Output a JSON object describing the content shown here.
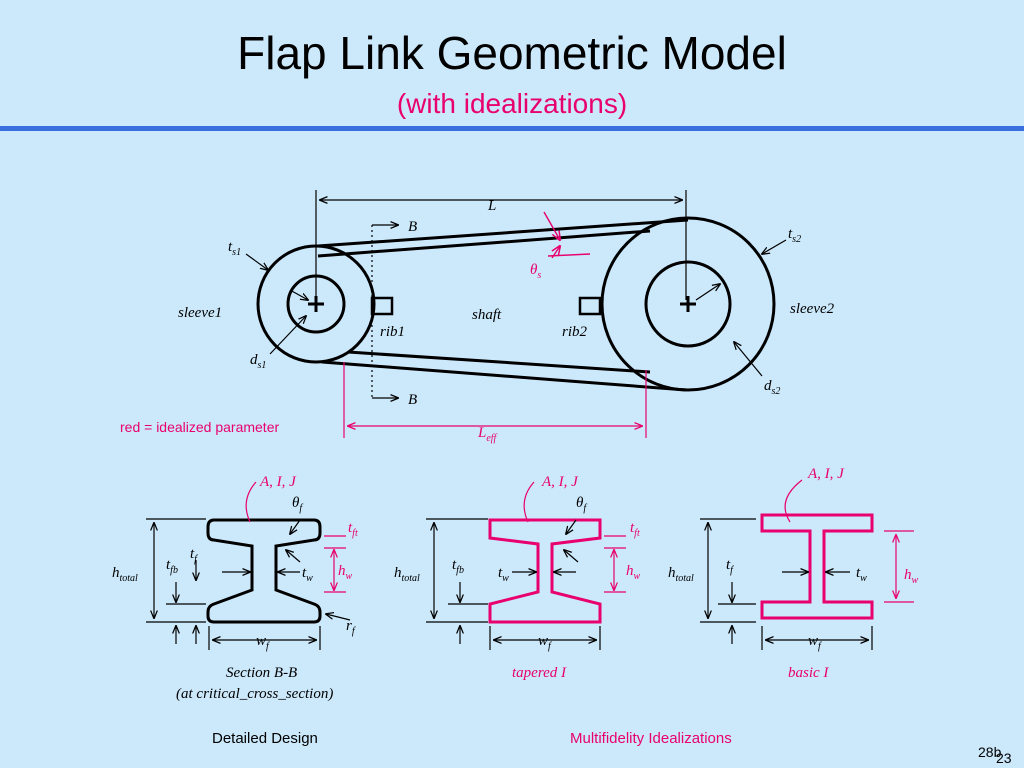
{
  "slide": {
    "title": "Flap Link Geometric Model",
    "subtitle": "(with idealizations)",
    "page_number": "28b",
    "page_number_overlay": "23"
  },
  "top_diagram": {
    "L": "L",
    "B_top": "B",
    "B_bottom": "B",
    "ts1": {
      "main": "t",
      "sub": "s1"
    },
    "ts2": {
      "main": "t",
      "sub": "s2"
    },
    "theta_s": {
      "main": "θ",
      "sub": "s"
    },
    "sleeve1": "sleeve1",
    "sleeve2": "sleeve2",
    "shaft": "shaft",
    "rib1": "rib1",
    "rib2": "rib2",
    "ds1": {
      "main": "d",
      "sub": "s1"
    },
    "ds2": {
      "main": "d",
      "sub": "s2"
    },
    "L_eff": {
      "main": "L",
      "sub": "eff"
    },
    "legend": "red = idealized parameter"
  },
  "sections": {
    "detailed": {
      "AIJ": "A, I, J",
      "theta_f": {
        "main": "θ",
        "sub": "f"
      },
      "t_ft": {
        "main": "t",
        "sub": "ft"
      },
      "t_f": {
        "main": "t",
        "sub": "f"
      },
      "t_fb": {
        "main": "t",
        "sub": "fb"
      },
      "h_total": {
        "main": "h",
        "sub": "total"
      },
      "t_w": {
        "main": "t",
        "sub": "w"
      },
      "h_w": {
        "main": "h",
        "sub": "w"
      },
      "r_f": {
        "main": "r",
        "sub": "f"
      },
      "w_f": {
        "main": "w",
        "sub": "f"
      },
      "caption1": "Section B-B",
      "caption2": "(at critical_cross_section)"
    },
    "tapered": {
      "AIJ": "A, I, J",
      "theta_f": {
        "main": "θ",
        "sub": "f"
      },
      "t_ft": {
        "main": "t",
        "sub": "ft"
      },
      "t_fb": {
        "main": "t",
        "sub": "fb"
      },
      "h_total": {
        "main": "h",
        "sub": "total"
      },
      "t_w": {
        "main": "t",
        "sub": "w"
      },
      "h_w": {
        "main": "h",
        "sub": "w"
      },
      "w_f": {
        "main": "w",
        "sub": "f"
      },
      "caption": "tapered I"
    },
    "basic": {
      "AIJ": "A, I, J",
      "t_f": {
        "main": "t",
        "sub": "f"
      },
      "h_total": {
        "main": "h",
        "sub": "total"
      },
      "t_w": {
        "main": "t",
        "sub": "w"
      },
      "h_w": {
        "main": "h",
        "sub": "w"
      },
      "w_f": {
        "main": "w",
        "sub": "f"
      },
      "caption": "basic I"
    }
  },
  "footer": {
    "left": "Detailed Design",
    "right": "Multifidelity Idealizations"
  },
  "colors": {
    "background": "#cce9fb",
    "rule": "#3a6fe0",
    "idealized": "#e8006e"
  }
}
